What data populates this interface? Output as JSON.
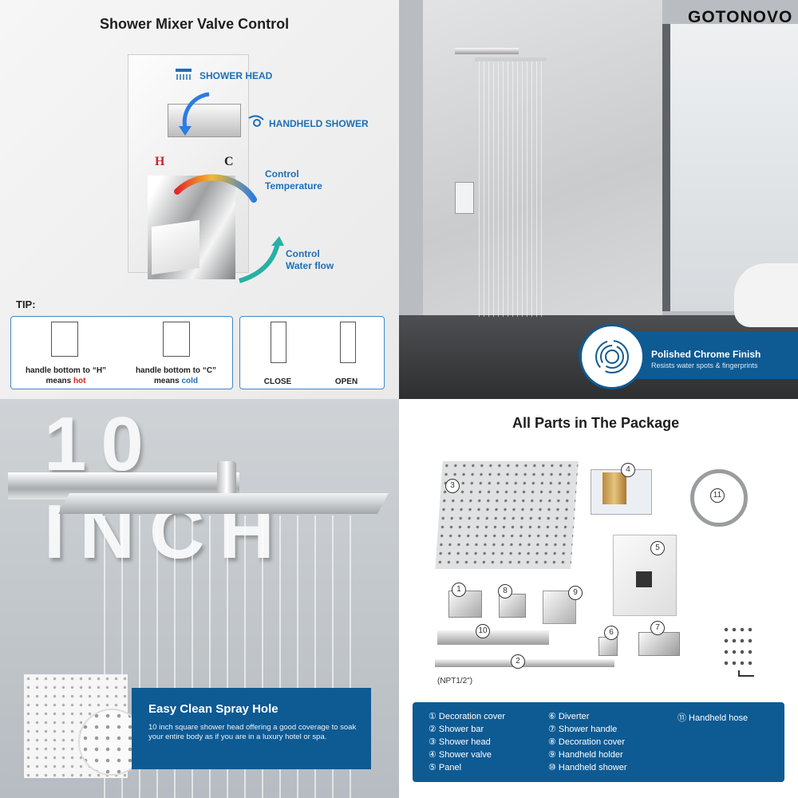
{
  "panel1": {
    "title": "Shower Mixer Valve Control",
    "shower_head": "SHOWER HEAD",
    "handheld_shower": "HANDHELD SHOWER",
    "control_temperature_1": "Control",
    "control_temperature_2": "Temperature",
    "control_flow_1": "Control",
    "control_flow_2": "Water flow",
    "h_label": "H",
    "c_label": "C",
    "tip": "TIP:",
    "hot_line1": "handle bottom to “H”",
    "hot_means": "means",
    "hot_word": "hot",
    "cold_line1": "handle bottom to “C”",
    "cold_means": "means",
    "cold_word": "cold",
    "close": "CLOSE",
    "open": "OPEN"
  },
  "panel2": {
    "brand": "GOTONOVO",
    "finish_title": "Polished Chrome Finish",
    "finish_sub": "Resists water spots & fingerprints"
  },
  "panel3": {
    "big_text": "10 INCH",
    "spray_title": "Easy Clean Spray Hole",
    "spray_desc": "10 inch square shower head offering a good coverage to soak your entire body as if you are in a luxury hotel or spa."
  },
  "panel4": {
    "title": "All Parts in The Package",
    "npt": "(NPT1/2\")",
    "nums": [
      "1",
      "2",
      "3",
      "4",
      "5",
      "6",
      "7",
      "8",
      "9",
      "10",
      "11"
    ],
    "legend": [
      "① Decoration cover",
      "② Shower bar",
      "③ Shower head",
      "④ Shower valve",
      "⑤ Panel",
      "⑥ Diverter",
      "⑦ Shower handle",
      "⑧ Decoration cover",
      "⑨ Handheld holder",
      "⑩ Handheld shower",
      "⑪ Handheld hose"
    ]
  },
  "colors": {
    "brand_blue": "#0e5a93",
    "accent_blue": "#1f6fb5",
    "hot_red": "#e02020"
  }
}
